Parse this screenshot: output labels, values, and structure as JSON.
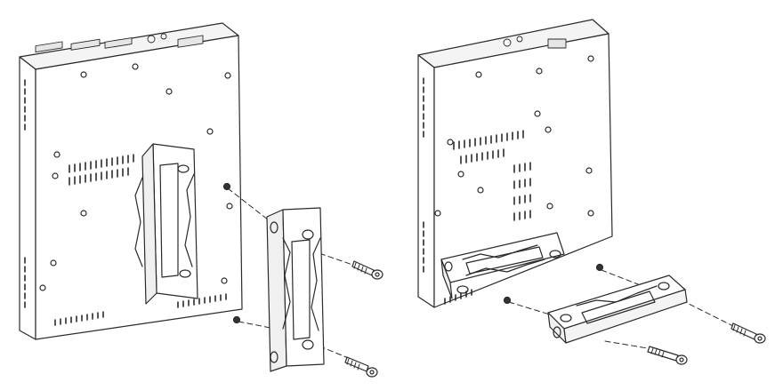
{
  "diagram": {
    "description_visible_text": "",
    "colors": {
      "line": "#2b2b2b",
      "fill": "#ffffff",
      "shade": "#d9d9d9"
    },
    "panels": [
      {
        "id": "left",
        "mount_orientation": "vertical"
      },
      {
        "id": "right",
        "mount_orientation": "horizontal"
      }
    ]
  }
}
